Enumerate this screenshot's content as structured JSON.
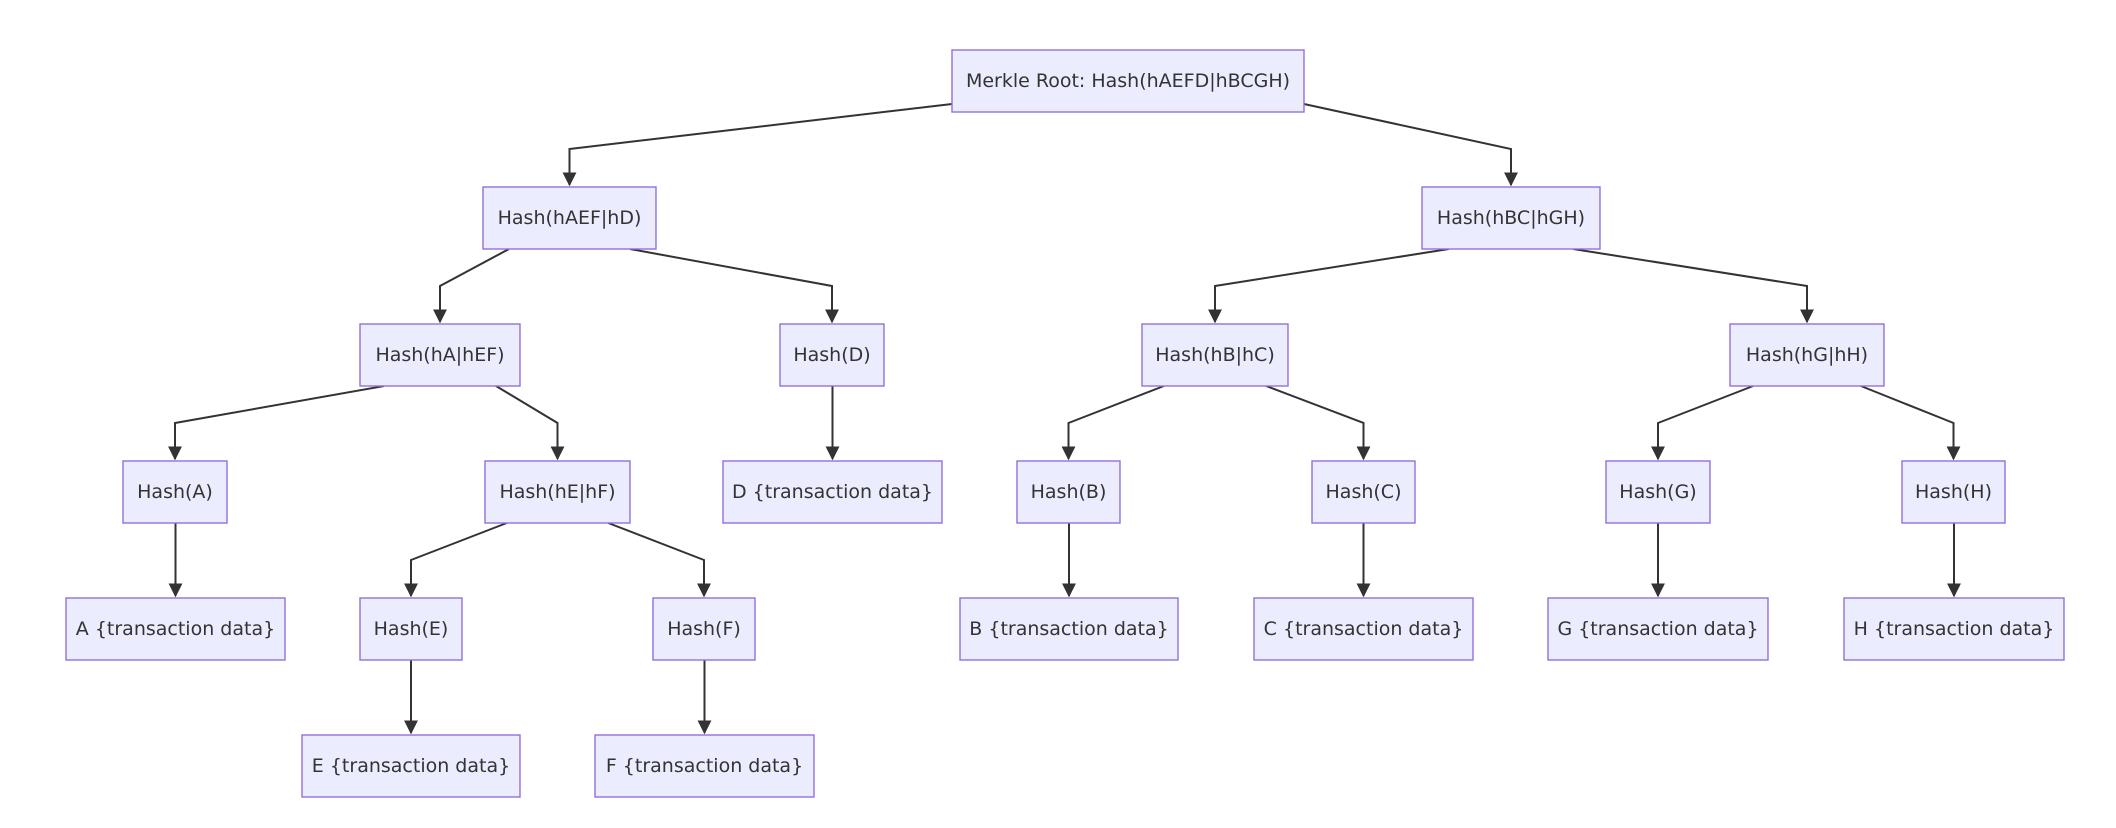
{
  "diagram": {
    "type": "flowchart-tree",
    "colors": {
      "node_fill": "#ececff",
      "node_stroke": "#9370db",
      "edge": "#333333",
      "text": "#333333"
    },
    "nodes": [
      {
        "id": "root",
        "label": "Merkle Root: Hash(hAEFD|hBCGH)"
      },
      {
        "id": "hAEFD",
        "label": "Hash(hAEF|hD)"
      },
      {
        "id": "hBCGH",
        "label": "Hash(hBC|hGH)"
      },
      {
        "id": "hAEF",
        "label": "Hash(hA|hEF)"
      },
      {
        "id": "hD",
        "label": "Hash(D)"
      },
      {
        "id": "hBC",
        "label": "Hash(hB|hC)"
      },
      {
        "id": "hGH",
        "label": "Hash(hG|hH)"
      },
      {
        "id": "hA",
        "label": "Hash(A)"
      },
      {
        "id": "hEF",
        "label": "Hash(hE|hF)"
      },
      {
        "id": "D",
        "label": "D {transaction data}"
      },
      {
        "id": "hB",
        "label": "Hash(B)"
      },
      {
        "id": "hC",
        "label": "Hash(C)"
      },
      {
        "id": "hG",
        "label": "Hash(G)"
      },
      {
        "id": "hH",
        "label": "Hash(H)"
      },
      {
        "id": "A",
        "label": "A {transaction data}"
      },
      {
        "id": "hE",
        "label": "Hash(E)"
      },
      {
        "id": "hF",
        "label": "Hash(F)"
      },
      {
        "id": "B",
        "label": "B {transaction data}"
      },
      {
        "id": "C",
        "label": "C {transaction data}"
      },
      {
        "id": "G",
        "label": "G {transaction data}"
      },
      {
        "id": "H",
        "label": "H {transaction data}"
      },
      {
        "id": "E",
        "label": "E {transaction data}"
      },
      {
        "id": "F",
        "label": "F {transaction data}"
      }
    ],
    "edges": [
      {
        "from": "root",
        "to": "hAEFD"
      },
      {
        "from": "root",
        "to": "hBCGH"
      },
      {
        "from": "hAEFD",
        "to": "hAEF"
      },
      {
        "from": "hAEFD",
        "to": "hD"
      },
      {
        "from": "hBCGH",
        "to": "hBC"
      },
      {
        "from": "hBCGH",
        "to": "hGH"
      },
      {
        "from": "hAEF",
        "to": "hA"
      },
      {
        "from": "hAEF",
        "to": "hEF"
      },
      {
        "from": "hD",
        "to": "D"
      },
      {
        "from": "hBC",
        "to": "hB"
      },
      {
        "from": "hBC",
        "to": "hC"
      },
      {
        "from": "hGH",
        "to": "hG"
      },
      {
        "from": "hGH",
        "to": "hH"
      },
      {
        "from": "hA",
        "to": "A"
      },
      {
        "from": "hEF",
        "to": "hE"
      },
      {
        "from": "hEF",
        "to": "hF"
      },
      {
        "from": "hB",
        "to": "B"
      },
      {
        "from": "hC",
        "to": "C"
      },
      {
        "from": "hG",
        "to": "G"
      },
      {
        "from": "hH",
        "to": "H"
      },
      {
        "from": "hE",
        "to": "E"
      },
      {
        "from": "hF",
        "to": "F"
      }
    ]
  }
}
